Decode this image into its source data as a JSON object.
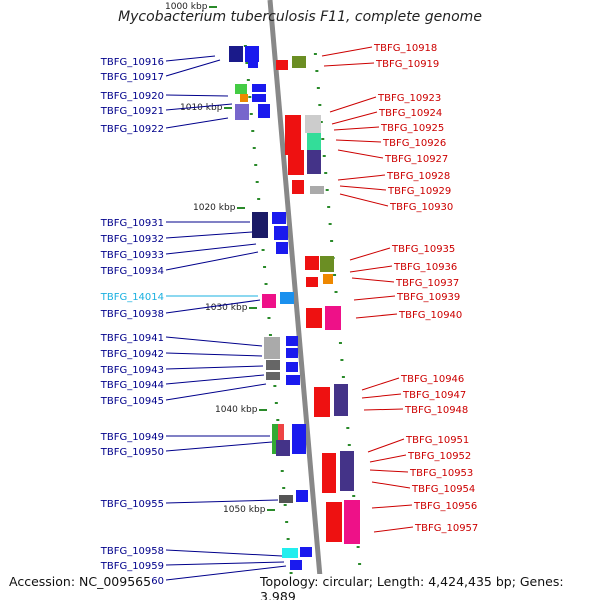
{
  "title": "Mycobacterium tuberculosis F11, complete genome",
  "footer": {
    "accession": "Accession: NC_009565",
    "summary": "Topology: circular; Length: 4,424,435 bp; Genes: 3,989"
  },
  "colors": {
    "backbone": "#888888",
    "left_label": "#00008b",
    "right_label": "#cc0000",
    "highlight_label": "#1ab0e0",
    "tick": "#2a8a2a",
    "scale_label": "#222222"
  },
  "scale_labels": [
    "1000 kbp",
    "1010 kbp",
    "1020 kbp",
    "1030 kbp",
    "1040 kbp",
    "1050 kbp"
  ],
  "left_genes": [
    {
      "label": "TBFG_10916",
      "color": "blue"
    },
    {
      "label": "TBFG_10917",
      "color": "blue"
    },
    {
      "label": "TBFG_10920",
      "color": "blue"
    },
    {
      "label": "TBFG_10921",
      "color": "blue"
    },
    {
      "label": "TBFG_10922",
      "color": "blue"
    },
    {
      "label": "TBFG_10931",
      "color": "blue"
    },
    {
      "label": "TBFG_10932",
      "color": "blue"
    },
    {
      "label": "TBFG_10933",
      "color": "blue"
    },
    {
      "label": "TBFG_10934",
      "color": "blue"
    },
    {
      "label": "TBFG_14014",
      "color": "cyan"
    },
    {
      "label": "TBFG_10938",
      "color": "blue"
    },
    {
      "label": "TBFG_10941",
      "color": "blue"
    },
    {
      "label": "TBFG_10942",
      "color": "blue"
    },
    {
      "label": "TBFG_10943",
      "color": "blue"
    },
    {
      "label": "TBFG_10944",
      "color": "blue"
    },
    {
      "label": "TBFG_10945",
      "color": "blue"
    },
    {
      "label": "TBFG_10949",
      "color": "blue"
    },
    {
      "label": "TBFG_10950",
      "color": "blue"
    },
    {
      "label": "TBFG_10955",
      "color": "blue"
    },
    {
      "label": "TBFG_10958",
      "color": "blue"
    },
    {
      "label": "TBFG_10959",
      "color": "blue"
    },
    {
      "label": "TBFG_10960",
      "color": "blue"
    }
  ],
  "right_genes": [
    {
      "label": "TBFG_10918"
    },
    {
      "label": "TBFG_10919"
    },
    {
      "label": "TBFG_10923"
    },
    {
      "label": "TBFG_10924"
    },
    {
      "label": "TBFG_10925"
    },
    {
      "label": "TBFG_10926"
    },
    {
      "label": "TBFG_10927"
    },
    {
      "label": "TBFG_10928"
    },
    {
      "label": "TBFG_10929"
    },
    {
      "label": "TBFG_10930"
    },
    {
      "label": "TBFG_10935"
    },
    {
      "label": "TBFG_10936"
    },
    {
      "label": "TBFG_10937"
    },
    {
      "label": "TBFG_10939"
    },
    {
      "label": "TBFG_10940"
    },
    {
      "label": "TBFG_10946"
    },
    {
      "label": "TBFG_10947"
    },
    {
      "label": "TBFG_10948"
    },
    {
      "label": "TBFG_10951"
    },
    {
      "label": "TBFG_10952"
    },
    {
      "label": "TBFG_10953"
    },
    {
      "label": "TBFG_10954"
    },
    {
      "label": "TBFG_10956"
    },
    {
      "label": "TBFG_10957"
    }
  ]
}
